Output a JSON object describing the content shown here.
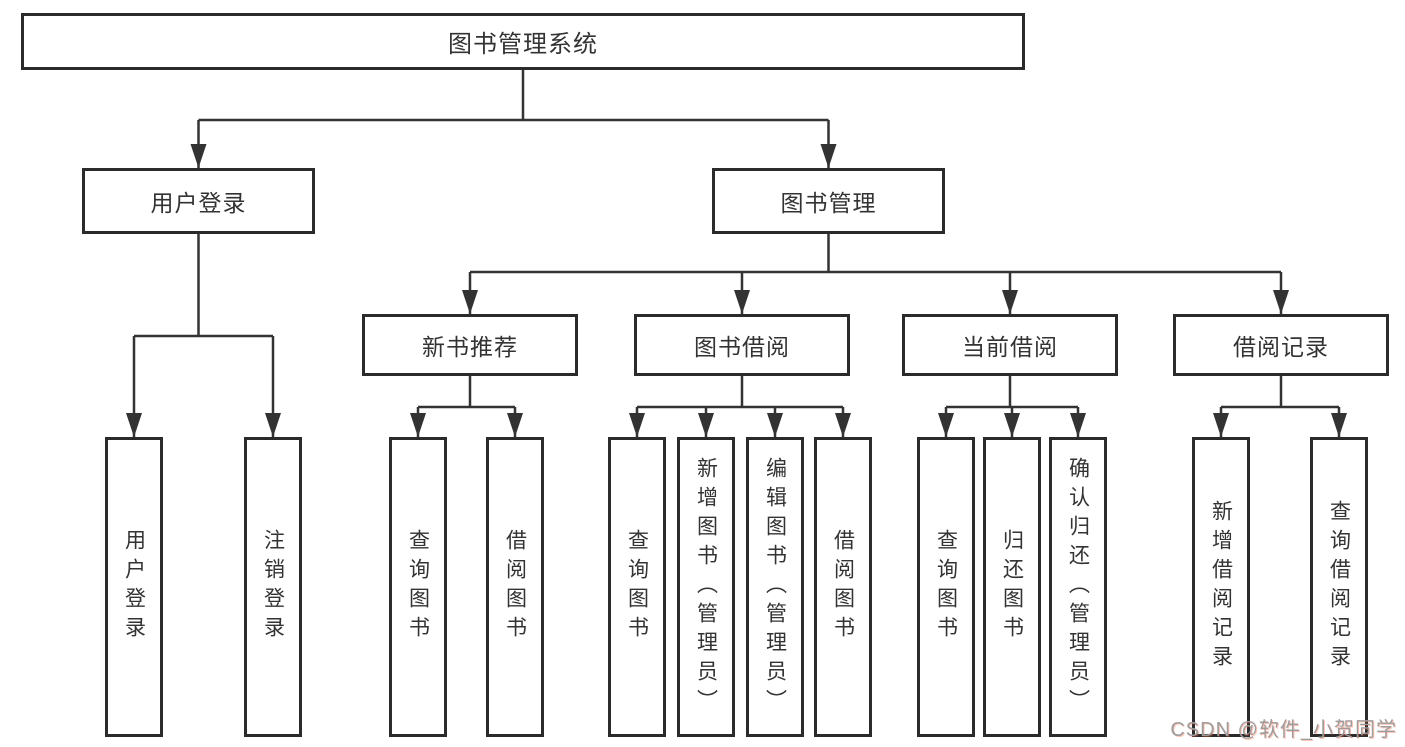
{
  "diagram_title": "图书管理系统",
  "nodes": {
    "root": "图书管理系统",
    "user_login": "用户登录",
    "book_mgmt": "图书管理",
    "new_book_rec": "新书推荐",
    "book_borrow": "图书借阅",
    "current_borrow": "当前借阅",
    "borrow_record": "借阅记录",
    "leaves": {
      "user_login": [
        "用户登录",
        "注销登录"
      ],
      "new_book_rec": [
        "查询图书",
        "借阅图书"
      ],
      "book_borrow": [
        "查询图书",
        "新增图书（管理员）",
        "编辑图书（管理员）",
        "借阅图书"
      ],
      "current_borrow": [
        "查询图书",
        "归还图书",
        "确认归还（管理员）"
      ],
      "borrow_record": [
        "新增借阅记录",
        "查询借阅记录"
      ]
    }
  },
  "watermark": "CSDN @软件_小贺同学",
  "colors": {
    "background": "#ffffff",
    "box_border": "#2b2b2b",
    "connector_line": "#333333",
    "text": "#333333",
    "watermark_gray": "#9d9d9d",
    "watermark_red_tint": "#fc5531"
  }
}
